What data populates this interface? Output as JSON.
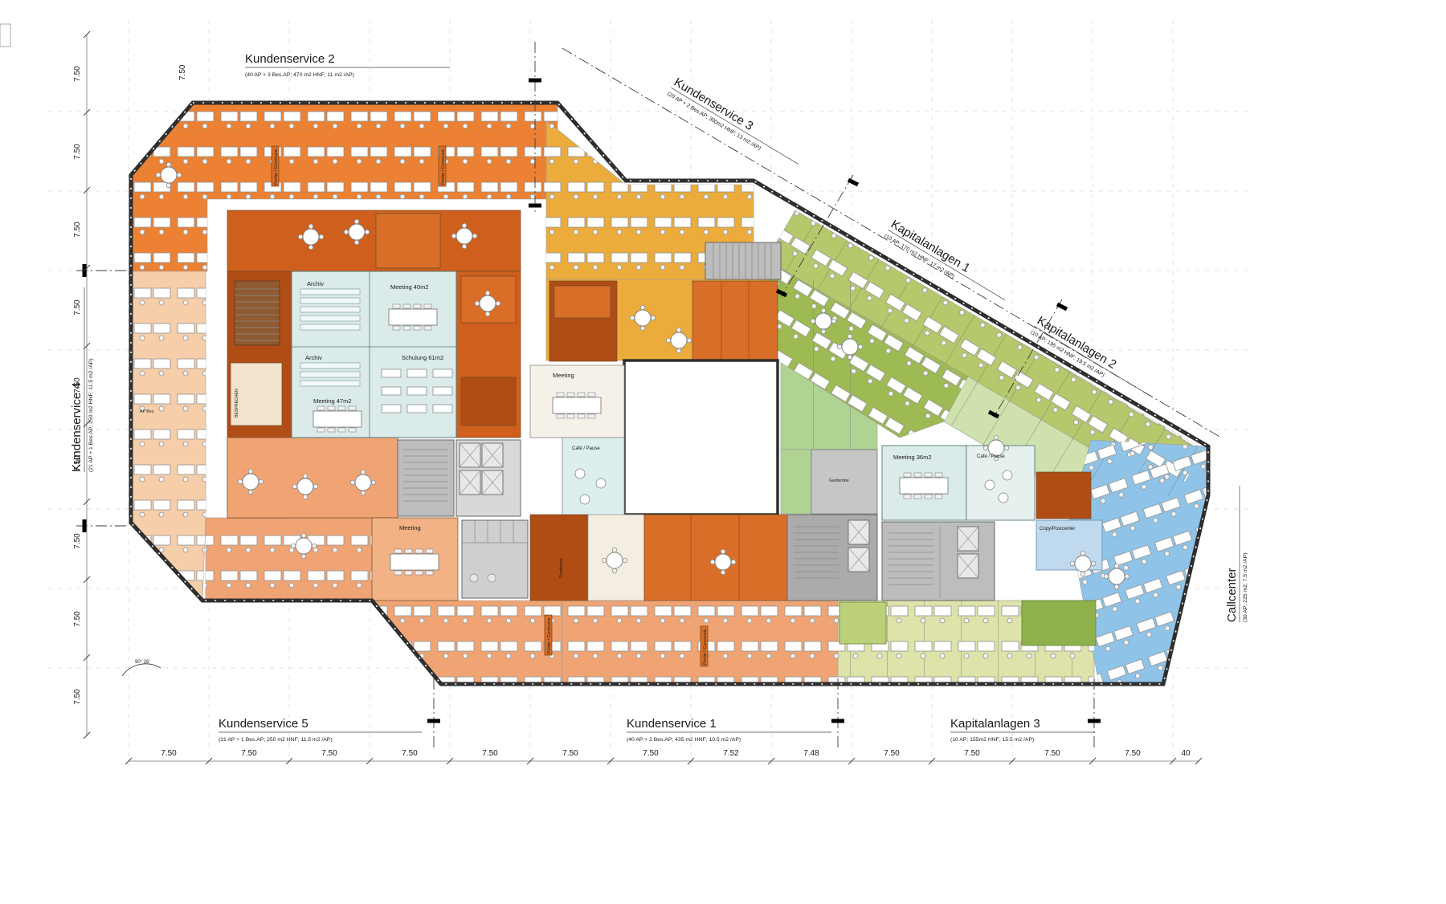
{
  "plan": {
    "zones": [
      {
        "label": "Kundenservice 2",
        "info": "(40 AP + 3 Bes.AP; 470 m2 HNF; 11 m2 /AP)"
      },
      {
        "label": "Kundenservice 3",
        "info": "(20 AP + 2 Bes.AP; 300m2 HNF; 13 m2 /AP)"
      },
      {
        "label": "Kapitalanlagen 1",
        "info": "(10 AP; 170 m2 HNF; 17 m2 /AP)"
      },
      {
        "label": "Kapitalanlagen 2",
        "info": "(10 AP; 195 m2 HNF; 19.5 m2 /AP)"
      },
      {
        "label": "Kundenservice 4",
        "info": "(21 AP + 1 Bes.AP; 250 m2 HNF; 11.5 m2 /AP)"
      },
      {
        "label": "Kundenservice 5",
        "info": "(21 AP + 1 Bes.AP; 250 m2 HNF; 11.5 m2 /AP)"
      },
      {
        "label": "Kundenservice 1",
        "info": "(40 AP + 2 Bes.AP; 435 m2 HNF; 10.5 m2 /AP)"
      },
      {
        "label": "Kapitalanlagen 3",
        "info": "(10 AP; 155m2 HNF; 15.5 m2 /AP)"
      },
      {
        "label": "Callcenter",
        "info": "(30 AP; 225 m2; 7.5 m2 /AP)"
      }
    ],
    "rooms": {
      "archiv_a": "Archiv",
      "archiv_b": "Archiv",
      "meeting40": "Meeting 40m2",
      "schulung": "Schulung 61m2",
      "meeting47": "Meeting 47m2",
      "besprechen": "BESPRECHEN",
      "meeting_west": "Meeting",
      "cafe_west": "Café / Pause",
      "meeting_south": "Meeting",
      "meeting36": "Meeting 36m2",
      "cafe_east": "Café / Pause",
      "copy": "Copy/Postcenter",
      "garderobe_a": "Garderobe",
      "garderobe_b": "Garderobe",
      "printer": "Printer / Communic.",
      "ap_bes": "AP Bes"
    },
    "dimensions": {
      "bottom": [
        "7.50",
        "7.50",
        "7.50",
        "7.50",
        "7.50",
        "7.50",
        "7.50",
        "7.52",
        "7.48",
        "7.50",
        "7.50",
        "7.50",
        "7.50",
        "40"
      ],
      "left": [
        "7.50",
        "7.50",
        "7.50",
        "7.50",
        "7.50",
        "7.50",
        "7.50",
        "7.50",
        "7.50"
      ],
      "corner": "7.50",
      "angle": "90° 26'"
    },
    "colors": {
      "orange": "#EC8134",
      "orangeDeep": "#CE5F1C",
      "rust": "#B04D15",
      "rustMid": "#D96E28",
      "peach": "#F6CEA9",
      "salmon": "#F0A473",
      "amber": "#ECAC3C",
      "greenRooms": "#B5C86B",
      "greenOpen": "#9EBB53",
      "greenPale": "#CFE2AE",
      "greenMid": "#AFD393",
      "sage": "#DDE3A9",
      "blue": "#8FC4E8",
      "cyan": "#DAEBEA",
      "gray": "#BDBDBD",
      "wall": "#2E2E2E"
    }
  }
}
